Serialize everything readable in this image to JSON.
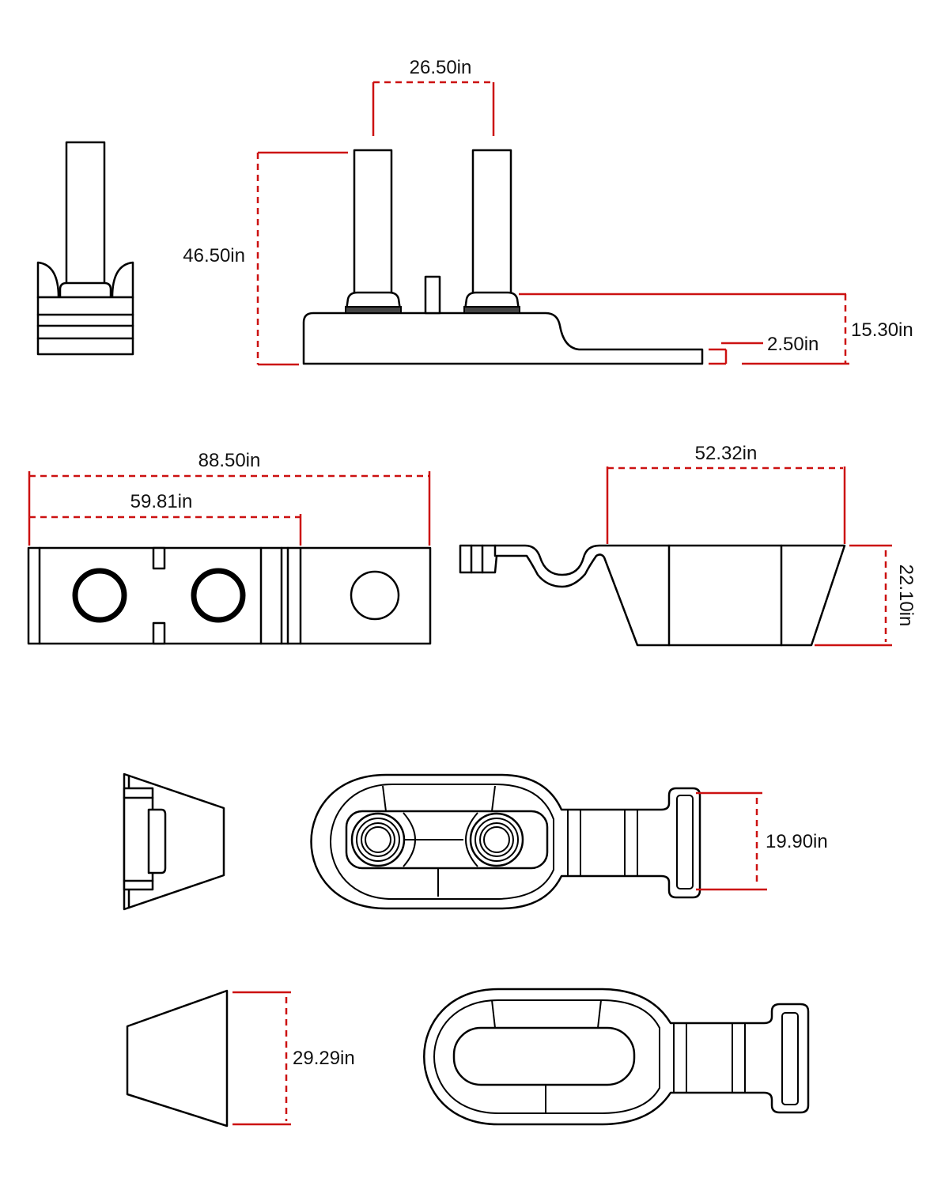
{
  "colors": {
    "outline": "#000000",
    "dimension_line": "#cc1111",
    "background": "#ffffff",
    "seal": "#444444"
  },
  "dimensions": {
    "post_spacing": "26.50in",
    "overall_height": "46.50in",
    "base_height": "15.30in",
    "flange_thickness": "2.50in",
    "overall_length": "88.50in",
    "post_section_length": "59.81in",
    "cover_top_length": "52.32in",
    "cover_height": "22.10in",
    "tab_width": "19.90in",
    "end_height": "29.29in"
  }
}
